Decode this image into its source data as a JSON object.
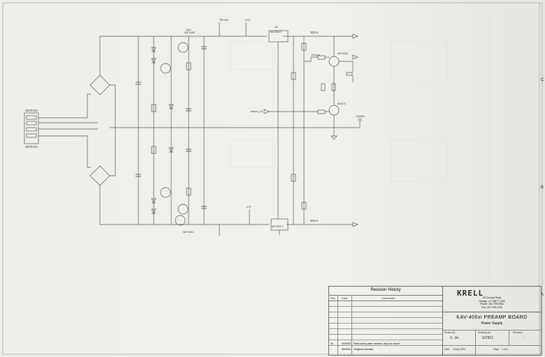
{
  "title_block": {
    "company_address": [
      "45 Connair Road",
      "Orange, CT 06477 USA",
      "Phone: 203 799-9954",
      "Fax: 203 799-9796"
    ],
    "board_title": "KAV-400xi PREAMP BOARD",
    "board_subtitle": "Power Supply",
    "drawn_by_label": "Drawn By:",
    "drawn_by": "X. Jin",
    "drawing_no_label": "Drawing No.",
    "drawing_no": "SI7801",
    "revision_label": "Revision",
    "revision": "-",
    "date_label": "Date",
    "date": "9 May 2004",
    "page_label": "Page",
    "page": "2 of 3"
  },
  "revision_history": {
    "title": "Revision History",
    "col_rev": "Rev",
    "col_date": "Date",
    "col_comments": "Comments",
    "entries": [
      {
        "rev": "01",
        "date": "05/9/04",
        "comment": "Removed parts needed only for tuner."
      },
      {
        "rev": "-",
        "date": "05/9/04",
        "comment": "Original release."
      }
    ]
  },
  "schematic": {
    "connector_top": "20V/0.5A",
    "connector_bottom": "20V/0.5A",
    "current_top_left": "70 mA",
    "current_top_right": "30mA",
    "current_bottom_right": "30mA",
    "current_mid": "100mA",
    "u1_label": "U8",
    "u1_part": "MC7812CT",
    "u2_part": "MC7912CT",
    "vplus": "+17V",
    "vminus": "-17V",
    "agnd": "AGND",
    "cancel_label": "cancel_LN",
    "q_top": "Q101",
    "q_top_part": "MJF15030",
    "q_bot_part": "MJF15031",
    "q_right_top": "MJF15031",
    "q_right_mid": "BC847C"
  }
}
